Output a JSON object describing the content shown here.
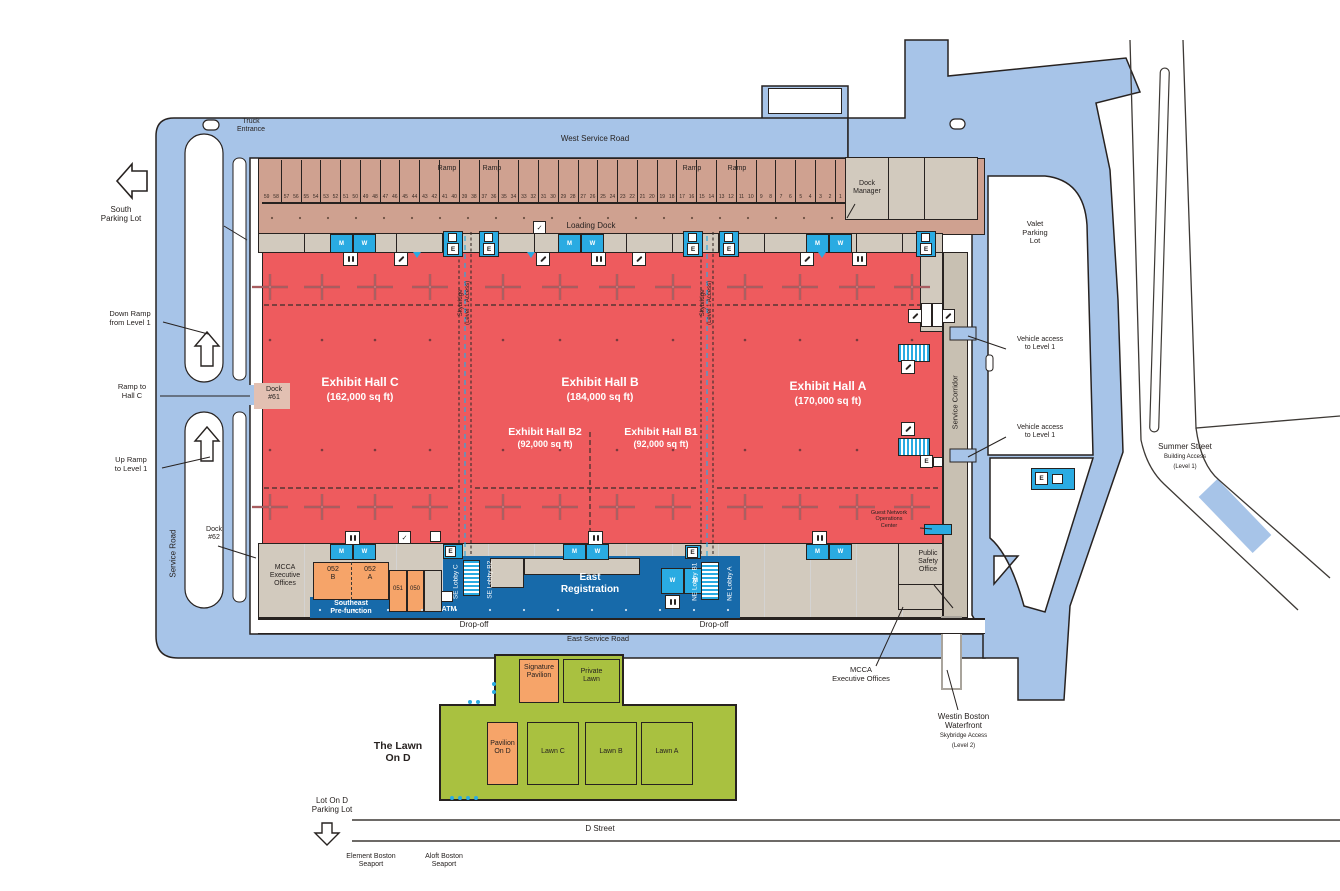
{
  "colors": {
    "road": "#a7c4e8",
    "outline": "#272220",
    "dock_tan": "#cfa190",
    "hall_red": "#ee5b5e",
    "room_gray": "#d2cabe",
    "corridor_gray": "#c8c0b2",
    "registration_blue": "#176aaa",
    "accent_cyan": "#2aabe2",
    "room_orange": "#f6a469",
    "lawn_green": "#a9c140"
  },
  "roads": {
    "west": "West Service Road",
    "east": "East Service Road",
    "service": "Service Road",
    "d_street": "D Street",
    "summer": "Summer Street",
    "summer_sub": "Building Access",
    "summer_sub2": "(Level 1)"
  },
  "parking": {
    "south": "South\nParking Lot",
    "valet": "Valet\nParking\nLot",
    "lot_on_d": "Lot On D\nParking Lot"
  },
  "loading_dock": {
    "label": "Loading Dock",
    "ramp": "Ramp",
    "truck_entrance": "Truck\nEntrance",
    "dock_manager": "Dock\nManager",
    "bay_numbers": [
      "59",
      "58",
      "57",
      "56",
      "55",
      "54",
      "53",
      "52",
      "51",
      "50",
      "49",
      "48",
      "47",
      "46",
      "45",
      "44",
      "43",
      "42",
      "41",
      "40",
      "39",
      "38",
      "37",
      "36",
      "35",
      "34",
      "33",
      "32",
      "31",
      "30",
      "29",
      "28",
      "27",
      "26",
      "25",
      "24",
      "23",
      "22",
      "21",
      "20",
      "19",
      "18",
      "17",
      "16",
      "15",
      "14",
      "13",
      "12",
      "11",
      "10",
      "9",
      "8",
      "7",
      "6",
      "5",
      "4",
      "3",
      "2",
      "1"
    ]
  },
  "ramps": {
    "down": "Down Ramp\nfrom Level 1",
    "to_hall_c": "Ramp to\nHall C",
    "up": "Up Ramp\nto Level 1"
  },
  "docks": {
    "d61": "Dock\n#61",
    "d62": "Dock\n#62"
  },
  "halls": {
    "items": [
      {
        "name": "Exhibit Hall C",
        "sqft": "(162,000 sq ft)"
      },
      {
        "name": "Exhibit Hall B",
        "sqft": "(184,000 sq ft)"
      },
      {
        "name": "Exhibit Hall B2",
        "sqft": "(92,000 sq ft)"
      },
      {
        "name": "Exhibit Hall B1",
        "sqft": "(92,000 sq ft)"
      },
      {
        "name": "Exhibit Hall A",
        "sqft": "(170,000 sq ft)"
      }
    ]
  },
  "skybridge": {
    "label": "Skybridge\n(Level 1 Access)"
  },
  "corridor": {
    "label": "Service Corridor"
  },
  "access": {
    "vehicle": "Vehicle access\nto Level 1"
  },
  "offices": {
    "mcca_sw": "MCCA\nExecutive\nOffices",
    "mcca_se": "MCCA\nExecutive Offices",
    "public_safety": "Public\nSafety\nOffice",
    "gnoc": "Guest Network\nOperations\nCenter"
  },
  "south_wing": {
    "r052b": "052\nB",
    "r052a": "052\nA",
    "r051": "051",
    "r050": "050",
    "prefunction": "Southeast\nPre-function",
    "atm": "ATM",
    "se_lobby_c": "SE Lobby C",
    "se_lobby_b2": "SE Lobby B2",
    "registration": "East\nRegistration",
    "ne_lobby_b1": "NE Lobby B1",
    "ne_lobby_a": "NE Lobby A",
    "dropoff": "Drop-off"
  },
  "lawn": {
    "title": "The Lawn\nOn D",
    "signature": "Signature\nPavilion",
    "private": "Private\nLawn",
    "pavilion": "Pavilion\nOn D",
    "lawn_c": "Lawn C",
    "lawn_b": "Lawn B",
    "lawn_a": "Lawn A"
  },
  "hotels": {
    "westin": "Westin Boston\nWaterfront",
    "westin_sub": "Skybridge Access",
    "westin_sub2": "(Level 2)",
    "element": "Element Boston\nSeaport",
    "aloft": "Aloft Boston\nSeaport"
  },
  "icons": {
    "m": "M",
    "w": "W",
    "e": "E",
    "check": "✓"
  }
}
